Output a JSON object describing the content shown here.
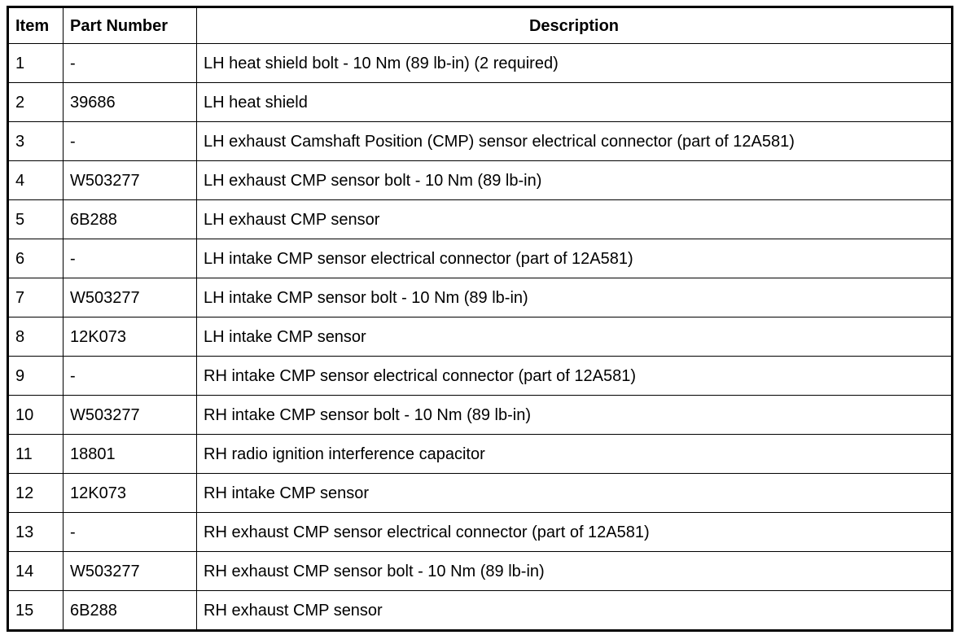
{
  "table": {
    "name": "engine-parts-legend-table",
    "columns": [
      {
        "key": "item",
        "label": "Item"
      },
      {
        "key": "part_number",
        "label": "Part Number"
      },
      {
        "key": "description",
        "label": "Description"
      }
    ],
    "rows": [
      {
        "item": "1",
        "part_number": "-",
        "description": "LH heat shield bolt - 10 Nm (89 lb-in) (2 required)"
      },
      {
        "item": "2",
        "part_number": "39686",
        "description": "LH heat shield"
      },
      {
        "item": "3",
        "part_number": "-",
        "description": "LH exhaust Camshaft Position (CMP) sensor electrical connector (part of 12A581)"
      },
      {
        "item": "4",
        "part_number": "W503277",
        "description": "LH exhaust CMP sensor bolt - 10 Nm (89 lb-in)"
      },
      {
        "item": "5",
        "part_number": "6B288",
        "description": "LH exhaust CMP sensor"
      },
      {
        "item": "6",
        "part_number": "-",
        "description": "LH intake CMP sensor electrical connector (part of 12A581)"
      },
      {
        "item": "7",
        "part_number": "W503277",
        "description": "LH intake CMP sensor bolt - 10 Nm (89 lb-in)"
      },
      {
        "item": "8",
        "part_number": "12K073",
        "description": "LH intake CMP sensor"
      },
      {
        "item": "9",
        "part_number": "-",
        "description": "RH intake CMP sensor electrical connector (part of 12A581)"
      },
      {
        "item": "10",
        "part_number": "W503277",
        "description": "RH intake CMP sensor bolt - 10 Nm (89 lb-in)"
      },
      {
        "item": "11",
        "part_number": "18801",
        "description": "RH radio ignition interference capacitor"
      },
      {
        "item": "12",
        "part_number": "12K073",
        "description": "RH intake CMP sensor"
      },
      {
        "item": "13",
        "part_number": "-",
        "description": "RH exhaust CMP sensor electrical connector (part of 12A581)"
      },
      {
        "item": "14",
        "part_number": "W503277",
        "description": "RH exhaust CMP sensor bolt - 10 Nm (89 lb-in)"
      },
      {
        "item": "15",
        "part_number": "6B288",
        "description": "RH exhaust CMP sensor"
      }
    ]
  },
  "colors": {
    "text": "#000000",
    "background": "#ffffff",
    "border": "#000000"
  }
}
